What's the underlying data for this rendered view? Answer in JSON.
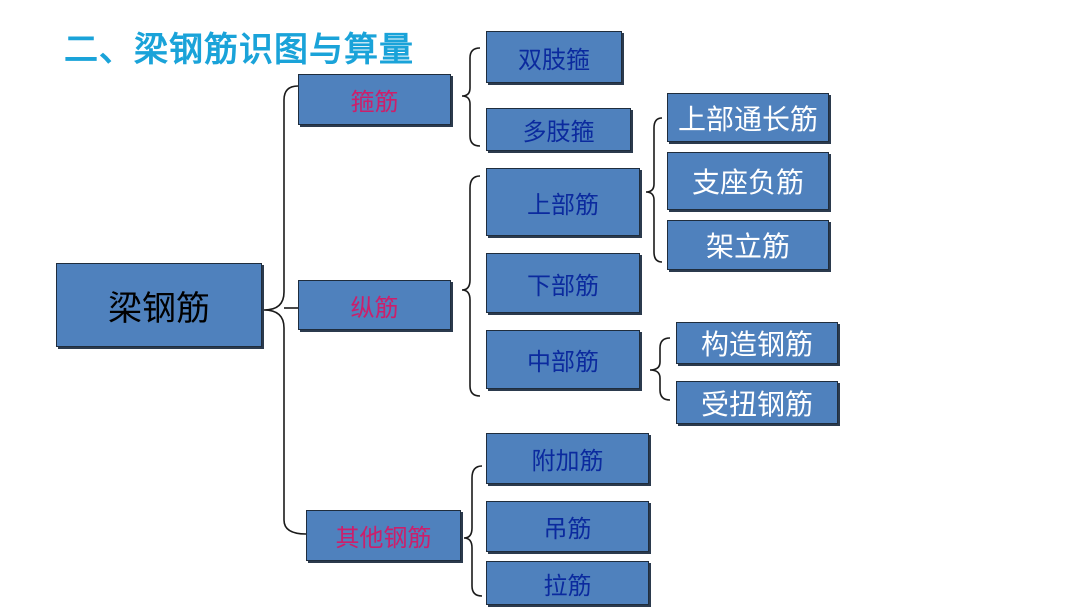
{
  "title": "二、梁钢筋识图与算量",
  "root": "梁钢筋",
  "categories": {
    "stirrup": "箍筋",
    "longitudinal": "纵筋",
    "other": "其他钢筋"
  },
  "stirrup_children": [
    "双肢箍",
    "多肢箍"
  ],
  "longitudinal_children": [
    "上部筋",
    "下部筋",
    "中部筋"
  ],
  "top_bar_children": [
    "上部通长筋",
    "支座负筋",
    "架立筋"
  ],
  "middle_bar_children": [
    "构造钢筋",
    "受扭钢筋"
  ],
  "other_children": [
    "附加筋",
    "吊筋",
    "拉筋"
  ],
  "colors": {
    "title": "#1aa3d9",
    "box_fill": "#4f81bd",
    "category_text": "#cc1f6b",
    "sub_text": "#0b2a9e",
    "leaf_text": "#ffffff",
    "root_text": "#000000"
  }
}
